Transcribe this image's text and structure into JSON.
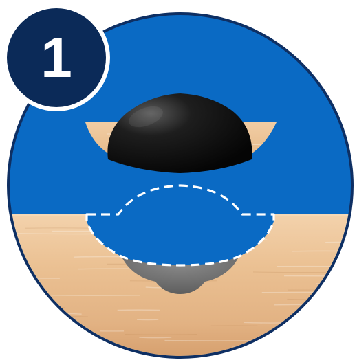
{
  "step": {
    "number": "1"
  },
  "colors": {
    "background_blue": "#0A6AC4",
    "ring_navy": "#0E2F63",
    "badge_navy": "#0B2A58",
    "wood_light": "#F0C9A0",
    "wood_mid": "#E3B487",
    "wood_dark": "#C98F5E",
    "plug_black": "#0d0d0d",
    "shadow_gray": "#6e6e6e",
    "dashed_outline": "#ffffff"
  },
  "icons": {
    "badge": "numbered-step-badge",
    "plug": "dome-plug-icon",
    "hole": "countersunk-hole-outline"
  }
}
